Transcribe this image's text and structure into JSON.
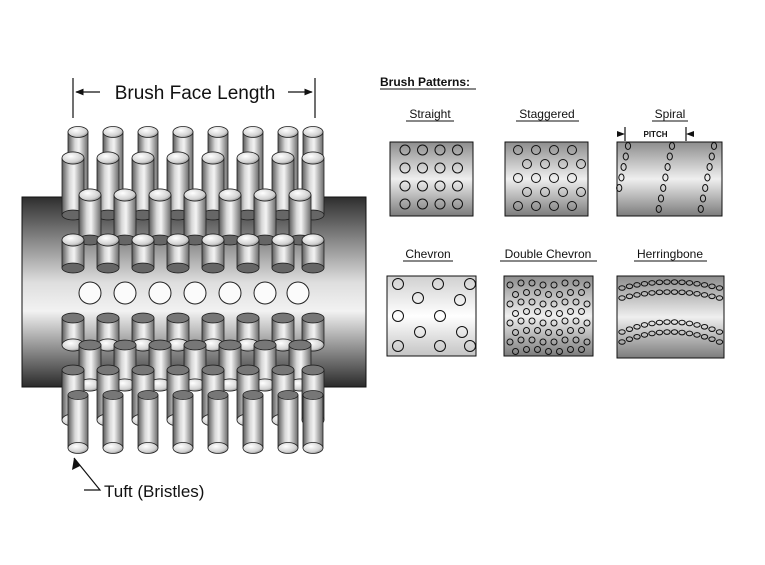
{
  "diagram": {
    "face_length_label": "Brush Face Length",
    "tuft_label": "Tuft (Bristles)",
    "patterns_heading": "Brush Patterns:",
    "patterns": [
      {
        "id": "straight",
        "label": "Straight"
      },
      {
        "id": "staggered",
        "label": "Staggered"
      },
      {
        "id": "spiral",
        "label": "Spiral",
        "annotation": "PITCH"
      },
      {
        "id": "chevron",
        "label": "Chevron"
      },
      {
        "id": "double-chevron",
        "label": "Double Chevron"
      },
      {
        "id": "herringbone",
        "label": "Herringbone"
      }
    ]
  },
  "colors": {
    "line": "#111111",
    "roller_dark": "#3a3a3a",
    "roller_light": "#e6e6e6",
    "bristle_light": "#f2f2f2",
    "bristle_dark": "#555555"
  }
}
